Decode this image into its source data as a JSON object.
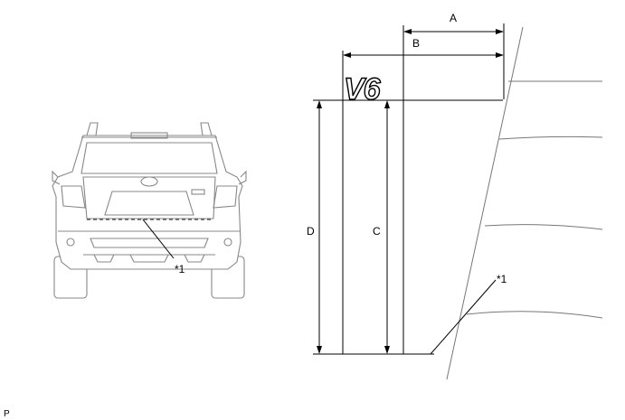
{
  "figure": {
    "callout_left": "*1",
    "callout_right": "*1",
    "dimension_labels": {
      "a": "A",
      "b": "B",
      "c": "C",
      "d": "D"
    },
    "emblem_text": "V6",
    "footer_code": "P"
  }
}
